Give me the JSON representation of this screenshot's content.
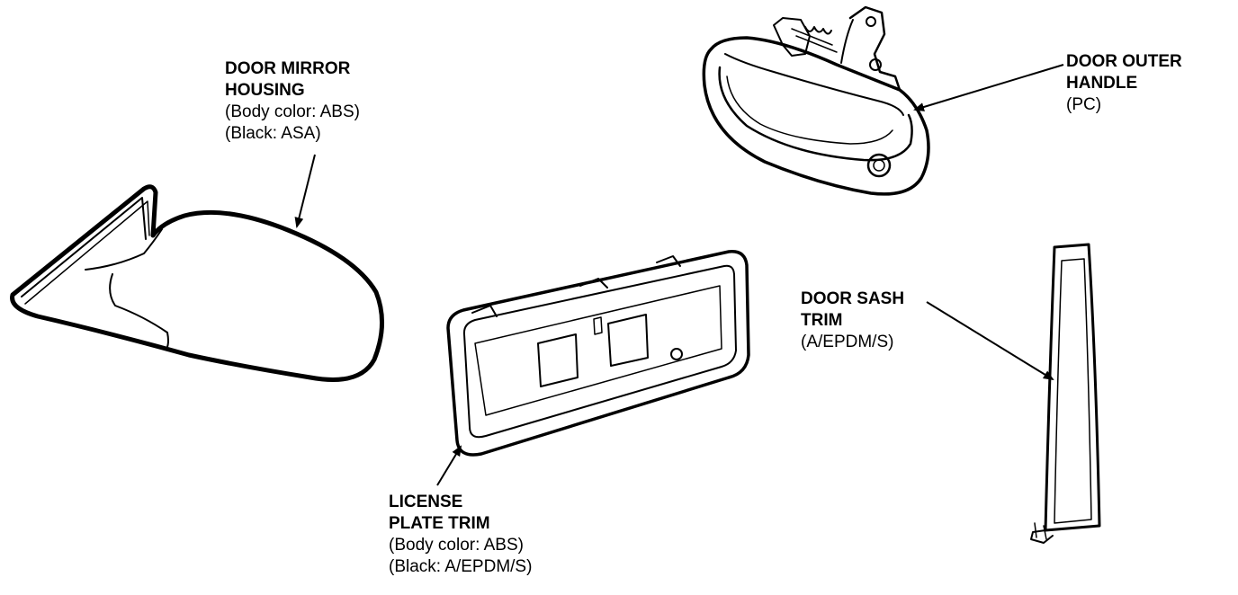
{
  "colors": {
    "ink": "#000000",
    "paper": "#ffffff"
  },
  "parts": {
    "mirror": {
      "name_line1": "DOOR MIRROR",
      "name_line2": "HOUSING",
      "spec_line1": "(Body color: ABS)",
      "spec_line2": "(Black: ASA)"
    },
    "handle": {
      "name_line1": "DOOR OUTER",
      "name_line2": "HANDLE",
      "spec_line1": "(PC)"
    },
    "sash": {
      "name_line1": "DOOR SASH",
      "name_line2": "TRIM",
      "spec_line1": "(A/EPDM/S)"
    },
    "plate": {
      "name_line1": "LICENSE",
      "name_line2": "PLATE TRIM",
      "spec_line1": "(Body color: ABS)",
      "spec_line2": "(Black: A/EPDM/S)"
    }
  }
}
